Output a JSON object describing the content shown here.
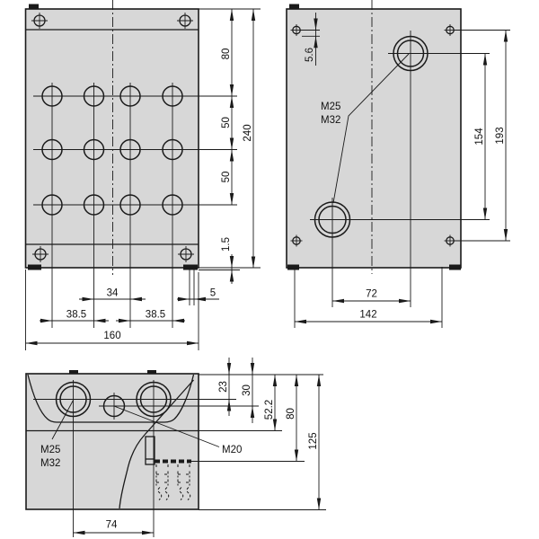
{
  "front_view": {
    "dims": {
      "top_row_offset": "80",
      "row_gap_upper": "50",
      "row_gap_lower": "50",
      "overall_height": "240",
      "base_height": "1.5",
      "center_gap": "34",
      "left_gap": "38.5",
      "right_gap": "38.5",
      "overall_width": "160",
      "edge_offset": "5"
    }
  },
  "side_view": {
    "dims": {
      "screw_inset": "5.6",
      "gland_spacing_v": "154",
      "screw_spacing_v": "193",
      "gland_offset_h": "72",
      "overall_depth": "142"
    },
    "labels": {
      "gland_line1": "M25",
      "gland_line2": "M32"
    }
  },
  "top_view": {
    "dims": {
      "gland_axis": "23",
      "m20_axis": "30",
      "cover_edge": "52.2",
      "rail_line": "80",
      "overall_depth": "125",
      "gland_spacing": "74"
    },
    "labels": {
      "gland_line1": "M25",
      "gland_line2": "M32",
      "m20": "M20"
    }
  },
  "colors": {
    "body_fill": "#d7d7d7",
    "line": "#1a1a1a",
    "text": "#111111",
    "background": "#ffffff"
  }
}
